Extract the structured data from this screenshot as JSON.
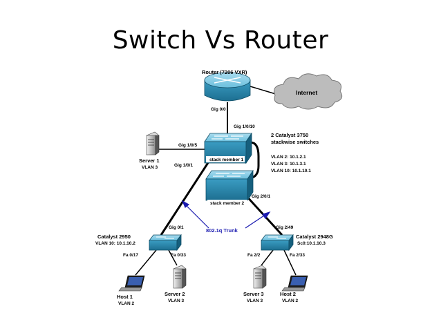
{
  "title": "Switch Vs Router",
  "router": {
    "name": "Router (7206 VXR)",
    "port": "Gig 0/0"
  },
  "internet": {
    "label": "Internet"
  },
  "stack": {
    "title_line1": "2 Catalyst 3750",
    "title_line2": "stackwise switches",
    "member1": "stack member 1",
    "member2": "stack member 2",
    "port_router": "Gig 1/0/10",
    "port_server": "Gig 1/0/5",
    "port_left": "Gig 1/0/1",
    "port_right": "Gig 2/0/1",
    "vlans": [
      "VLAN  2: 10.1.2.1",
      "VLAN  3: 10.1.3.1",
      "VLAN 10: 10.1.10.1"
    ]
  },
  "server1": {
    "name": "Server 1",
    "vlan": "VLAN 3"
  },
  "trunk": {
    "label": "802.1q Trunk"
  },
  "cat2950": {
    "name": "Catalyst 2950",
    "info": "VLAN 10: 10.1.10.2",
    "port_up": "Gig 0/1",
    "port_a": "Fa 0/17",
    "port_b": "Fa 0/33"
  },
  "cat2948": {
    "name": "Catalyst 2948G",
    "info": "Sc0:10.1.10.3",
    "port_up": "Gig 2/49",
    "port_a": "Fa 2/2",
    "port_b": "Fa 2/33"
  },
  "host1": {
    "name": "Host 1",
    "vlan": "VLAN 2"
  },
  "server2": {
    "name": "Server 2",
    "vlan": "VLAN 3"
  },
  "server3": {
    "name": "Server 3",
    "vlan": "VLAN 3"
  },
  "host2": {
    "name": "Host 2",
    "vlan": "VLAN 2"
  },
  "colors": {
    "device_blue": "#2e8fb5",
    "cloud_gray": "#b9b9b9",
    "trunk_blue": "#1a1ab0"
  }
}
